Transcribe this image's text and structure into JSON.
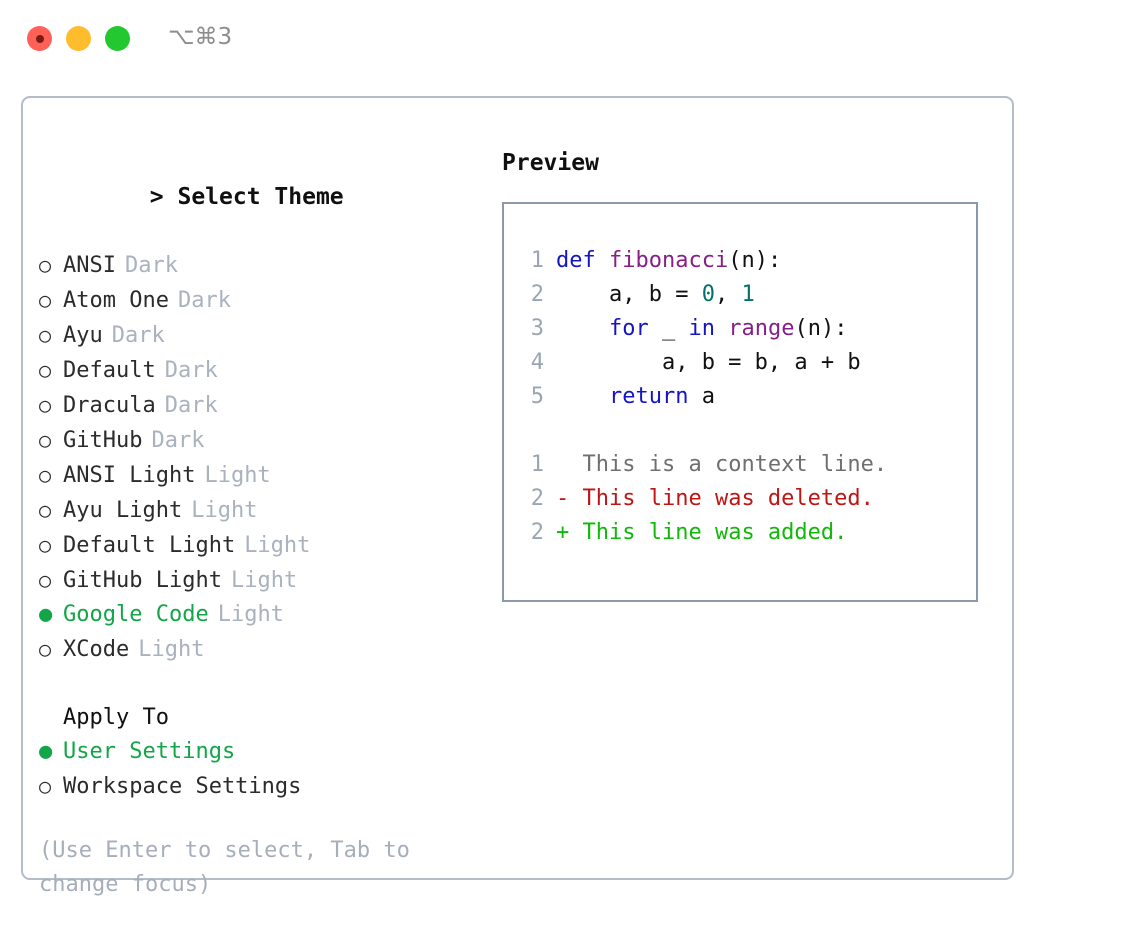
{
  "titlebar": {
    "shortcut": "⌥⌘3",
    "buttons": [
      {
        "name": "close",
        "color": "#ff6159"
      },
      {
        "name": "minimize",
        "color": "#ffbd2e"
      },
      {
        "name": "maximize",
        "color": "#23c831"
      }
    ]
  },
  "theme_panel": {
    "header_caret": "> ",
    "header": "Select Theme",
    "selected_bullet": "●",
    "unselected_bullet": "○",
    "items": [
      {
        "label": "ANSI",
        "tag": "Dark",
        "selected": false
      },
      {
        "label": "Atom One",
        "tag": "Dark",
        "selected": false
      },
      {
        "label": "Ayu",
        "tag": "Dark",
        "selected": false
      },
      {
        "label": "Default",
        "tag": "Dark",
        "selected": false
      },
      {
        "label": "Dracula",
        "tag": "Dark",
        "selected": false
      },
      {
        "label": "GitHub",
        "tag": "Dark",
        "selected": false
      },
      {
        "label": "ANSI Light",
        "tag": "Light",
        "selected": false
      },
      {
        "label": "Ayu Light",
        "tag": "Light",
        "selected": false
      },
      {
        "label": "Default Light",
        "tag": "Light",
        "selected": false
      },
      {
        "label": "GitHub Light",
        "tag": "Light",
        "selected": false
      },
      {
        "label": "Google Code",
        "tag": "Light",
        "selected": true
      },
      {
        "label": "XCode",
        "tag": "Light",
        "selected": false
      }
    ]
  },
  "apply_to": {
    "header": "Apply To",
    "options": [
      {
        "label": "User Settings",
        "selected": true
      },
      {
        "label": "Workspace Settings",
        "selected": false
      }
    ]
  },
  "hint": "(Use Enter to select, Tab to change focus)",
  "preview": {
    "title": "Preview",
    "code_lines": [
      {
        "num": "1",
        "tokens": [
          {
            "t": "def ",
            "c": "kw"
          },
          {
            "t": "fibonacci",
            "c": "fn"
          },
          {
            "t": "(n):",
            "c": "plain"
          }
        ]
      },
      {
        "num": "2",
        "tokens": [
          {
            "t": "    a, b = ",
            "c": "plain"
          },
          {
            "t": "0",
            "c": "num"
          },
          {
            "t": ", ",
            "c": "plain"
          },
          {
            "t": "1",
            "c": "num"
          }
        ]
      },
      {
        "num": "3",
        "tokens": [
          {
            "t": "    ",
            "c": "plain"
          },
          {
            "t": "for",
            "c": "kw"
          },
          {
            "t": " _ ",
            "c": "plain"
          },
          {
            "t": "in",
            "c": "kw"
          },
          {
            "t": " ",
            "c": "plain"
          },
          {
            "t": "range",
            "c": "fn"
          },
          {
            "t": "(n):",
            "c": "plain"
          }
        ]
      },
      {
        "num": "4",
        "tokens": [
          {
            "t": "        a, b = b, a + b",
            "c": "plain"
          }
        ]
      },
      {
        "num": "5",
        "tokens": [
          {
            "t": "    ",
            "c": "plain"
          },
          {
            "t": "return",
            "c": "kw"
          },
          {
            "t": " a",
            "c": "plain"
          }
        ]
      }
    ],
    "diff_lines": [
      {
        "num": "1",
        "marker": "  ",
        "text": "This is a context line.",
        "kind": "ctx"
      },
      {
        "num": "2",
        "marker": "- ",
        "text": "This line was deleted.",
        "kind": "del"
      },
      {
        "num": "2",
        "marker": "+ ",
        "text": "This line was added.",
        "kind": "add"
      }
    ]
  },
  "colors": {
    "accent_green": "#13a648",
    "tag_gray": "#aab2be",
    "panel_border": "#b4bcc8",
    "preview_border": "#8c99ab",
    "line_number": "#9aa5b4",
    "keyword": "#1515c4",
    "function": "#871f87",
    "number": "#05706b",
    "diff_context": "#6f6f6f",
    "diff_deleted": "#bf1515",
    "diff_added": "#11b80a"
  }
}
